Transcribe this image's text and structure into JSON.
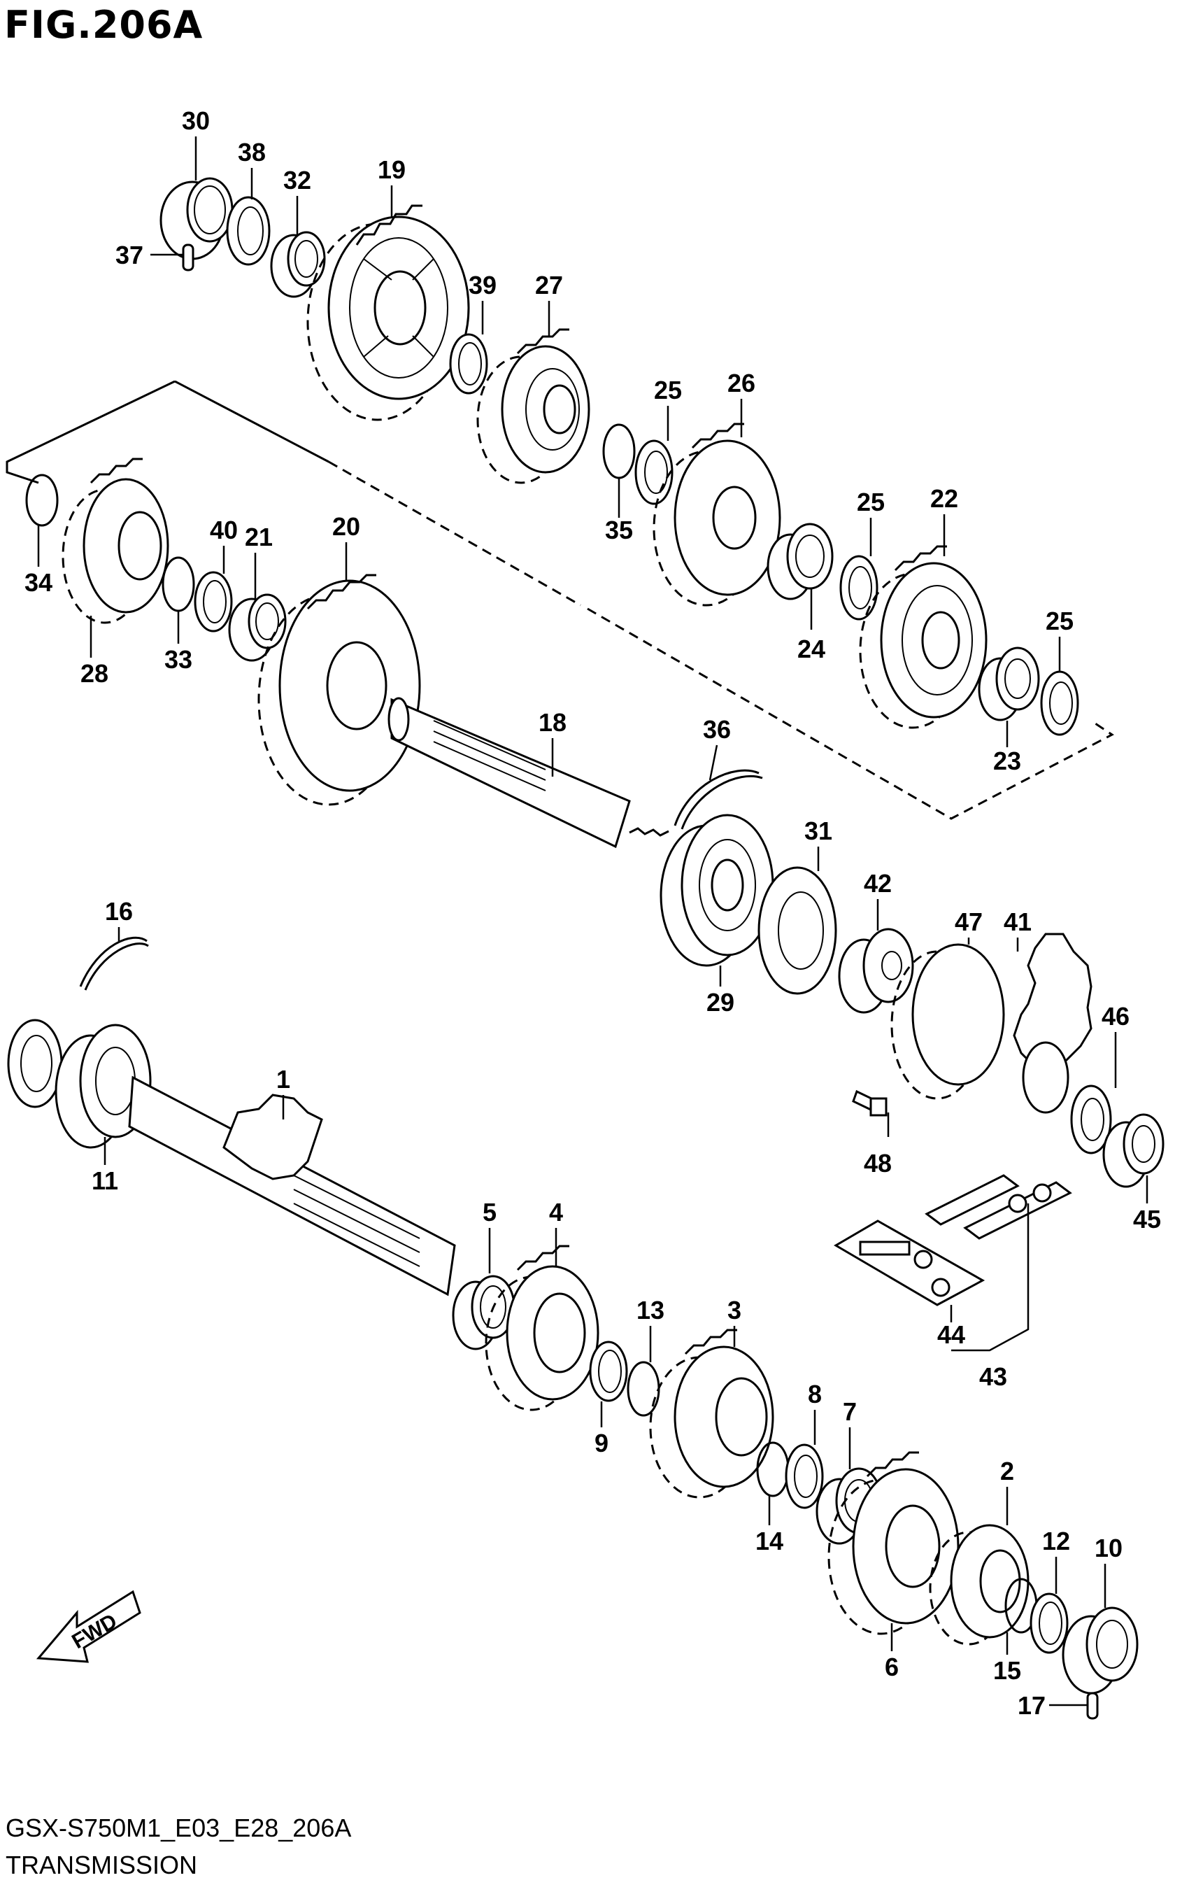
{
  "figure": {
    "title": "FIG.206A",
    "model_code": "GSX-S750M1_E03_E28_206A",
    "name": "TRANSMISSION",
    "direction_label": "FWD"
  },
  "callouts": [
    "1",
    "2",
    "3",
    "4",
    "5",
    "6",
    "7",
    "8",
    "9",
    "10",
    "11",
    "12",
    "13",
    "14",
    "15",
    "16",
    "17",
    "18",
    "19",
    "20",
    "21",
    "22",
    "23",
    "24",
    "25",
    "26",
    "27",
    "28",
    "29",
    "30",
    "31",
    "32",
    "33",
    "34",
    "35",
    "36",
    "37",
    "38",
    "39",
    "40",
    "41",
    "42",
    "43",
    "44",
    "45",
    "46",
    "47",
    "48"
  ],
  "icons": {
    "direction": "fwd-arrow-icon"
  }
}
